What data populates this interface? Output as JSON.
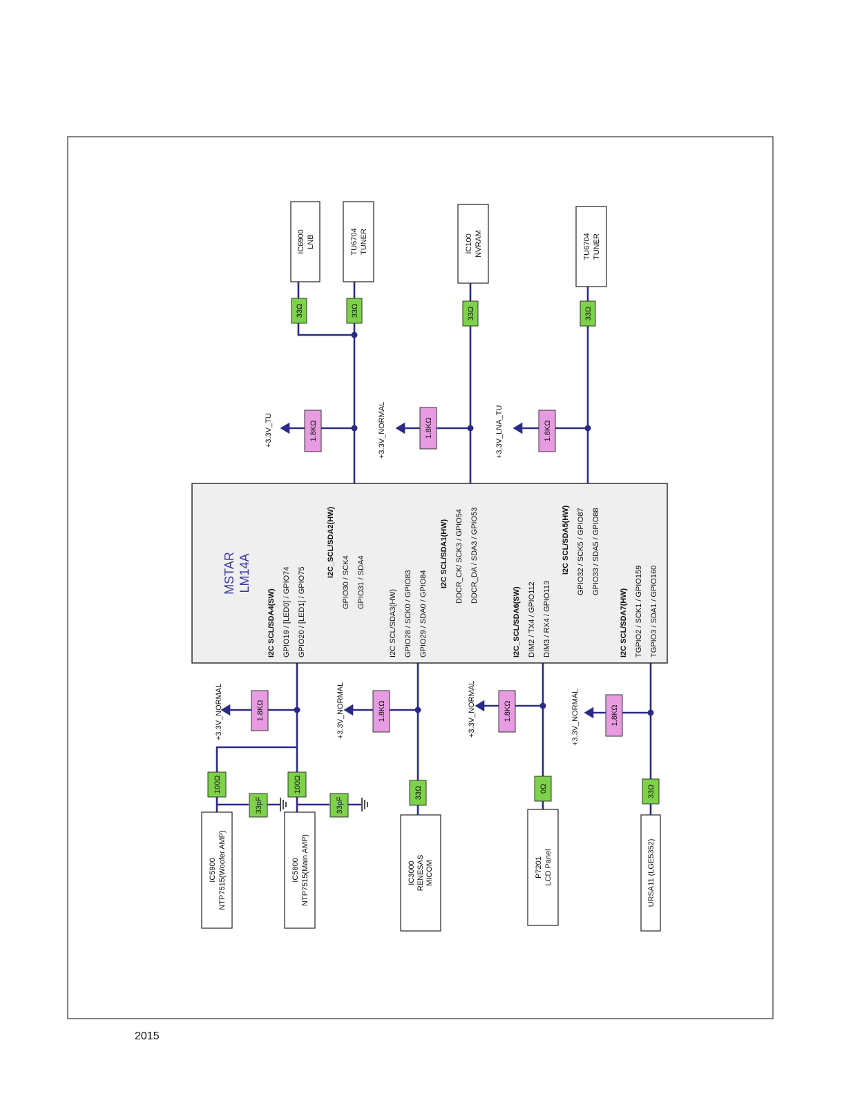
{
  "chip": {
    "name": "MSTAR",
    "model": "LM14A",
    "color": "#3a3a9a"
  },
  "groups": [
    {
      "id": "sda4",
      "title": "I2C SCL/SDA4(SW)",
      "lines": [
        "GPIO19 / [LED0] / GPIO74",
        "GPIO20 / [LED1] / GPIO75"
      ]
    },
    {
      "id": "sda2",
      "title": "I2C_SCL/SDA2(HW)",
      "lines": [
        "GPIO30 / SCK4",
        "GPIO31 / SDA4"
      ]
    },
    {
      "id": "sda3",
      "title": "I2C SCL/SDA3(HW)",
      "lines": [
        "GPIO28 / SCK0 / GPIO83",
        "GPIO29 / SDA0 / GPIO84"
      ]
    },
    {
      "id": "sda1",
      "title": "I2C SCL/SDA1(HW)",
      "lines": [
        "DDCR_CK/ SCK3 / GPIO54",
        "DDCR_DA / SDA3 / GPIO53"
      ]
    },
    {
      "id": "sda6",
      "title": "I2C_SCL/SDA6(SW)",
      "lines": [
        "DIM2 / TX4 / GPIO112",
        "DIM3 / RX4 / GPIO113"
      ]
    },
    {
      "id": "sda5",
      "title": "I2C SCL/SDA5(HW)",
      "lines": [
        "GPIO32 / SCK5 / GPIO87",
        "GPIO33 / SDA5 / GPIO88"
      ]
    },
    {
      "id": "sda7",
      "title": "I2C SCL/SDA7(HW)",
      "lines": [
        "TGPIO2 / SCK1 / GPIO159",
        "TGPIO3 / SDA1 / GPIO160"
      ]
    }
  ],
  "top_devices": [
    {
      "id": "lnb",
      "lines": [
        "IC6900",
        "LNB"
      ]
    },
    {
      "id": "tuner1",
      "lines": [
        "TU6704",
        "TUNER"
      ]
    },
    {
      "id": "nvram",
      "lines": [
        "IC100",
        "NVRAM"
      ]
    },
    {
      "id": "tuner2",
      "lines": [
        "TU6704",
        "TUNER"
      ]
    }
  ],
  "bottom_devices": [
    {
      "id": "woofer",
      "lines": [
        "IC5900",
        "NTP7515(Woofer AMP)"
      ]
    },
    {
      "id": "mainamp",
      "lines": [
        "IC5800",
        "NTP7515(Main AMP)"
      ]
    },
    {
      "id": "micom",
      "lines": [
        "IC3000",
        "RENESAS",
        "MICOM"
      ]
    },
    {
      "id": "lcd",
      "lines": [
        "P7201",
        "LCD Panel"
      ]
    },
    {
      "id": "ursa",
      "lines": [
        "URSA11 (LGE5352)"
      ]
    }
  ],
  "resistors": {
    "r33": "33Ω",
    "r1k8": "1.8KΩ",
    "r100": "100Ω",
    "r0": "0Ω",
    "c33p": "33pF"
  },
  "rails": {
    "tu": "+3.3V_TU",
    "normal": "+3.3V_NORMAL",
    "lna": "+3.3V_LNA_TU"
  },
  "colors": {
    "wire": "#2a2a86",
    "series_resistor": "#7ed24a",
    "pullup_resistor": "#e79be0",
    "chip_fill": "#efefef"
  },
  "footer": {
    "year": "2015"
  }
}
